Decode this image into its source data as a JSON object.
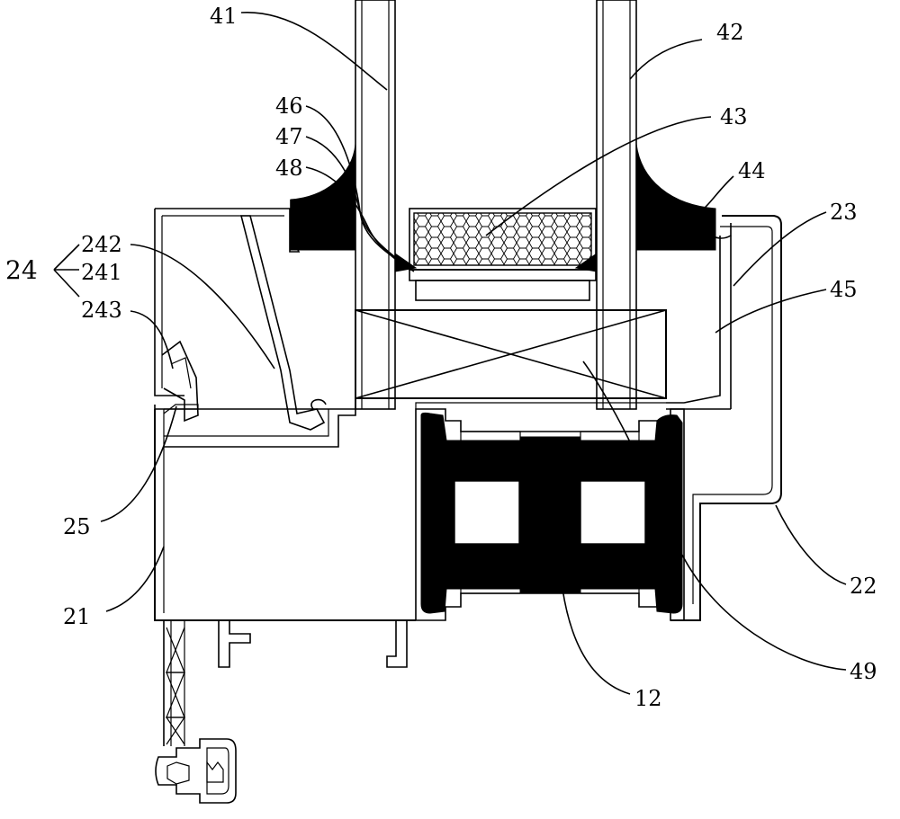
{
  "labels": {
    "l41": "41",
    "l42": "42",
    "l46": "46",
    "l47": "47",
    "l48": "48",
    "l43": "43",
    "l44": "44",
    "l23": "23",
    "l24": "24",
    "l242": "242",
    "l241": "241",
    "l243": "243",
    "l45": "45",
    "l25": "25",
    "l21": "21",
    "l22": "22",
    "l49": "49",
    "l12": "12"
  }
}
